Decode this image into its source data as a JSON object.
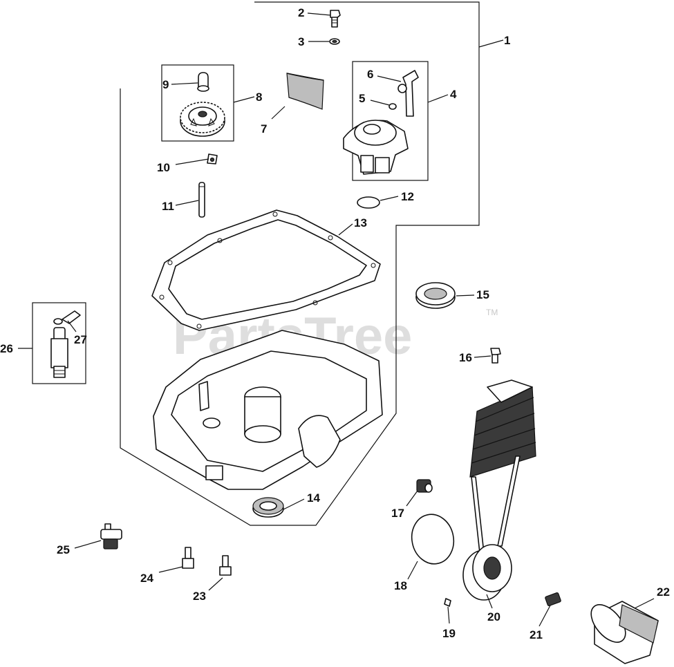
{
  "diagram": {
    "watermark": "PartsTree",
    "trademark": "TM",
    "callouts": [
      "1",
      "2",
      "3",
      "4",
      "5",
      "6",
      "7",
      "8",
      "9",
      "10",
      "11",
      "12",
      "13",
      "14",
      "15",
      "16",
      "17",
      "18",
      "19",
      "20",
      "21",
      "22",
      "23",
      "24",
      "25",
      "26",
      "27"
    ]
  }
}
